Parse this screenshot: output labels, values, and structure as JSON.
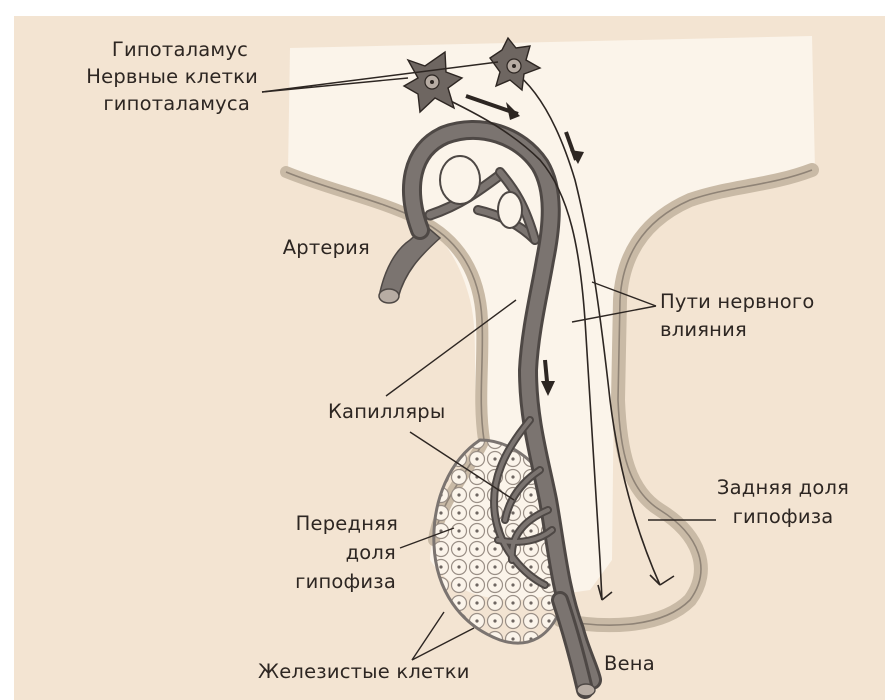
{
  "labels": {
    "hypothalamus": "Гипоталамус",
    "nerve_cells_line1": "Нервные клетки",
    "nerve_cells_line2": "гипоталамуса",
    "artery": "Артерия",
    "nerve_paths_line1": "Пути нервного",
    "nerve_paths_line2": "влияния",
    "capillaries": "Капилляры",
    "posterior_line1": "Задняя доля",
    "posterior_line2": "гипофиза",
    "anterior_line1": "Передняя",
    "anterior_line2": "доля",
    "anterior_line3": "гипофиза",
    "glandular_cells": "Железистые клетки",
    "vein": "Вена"
  },
  "colors": {
    "background": "#f3e4d2",
    "hypothalamus_region": "#fbf4ea",
    "tissue_border": "#c9baa6",
    "vessel": "#7b7470",
    "vessel_dark": "#4e4845",
    "neuron": "#6e6661",
    "ink": "#2d2622"
  }
}
